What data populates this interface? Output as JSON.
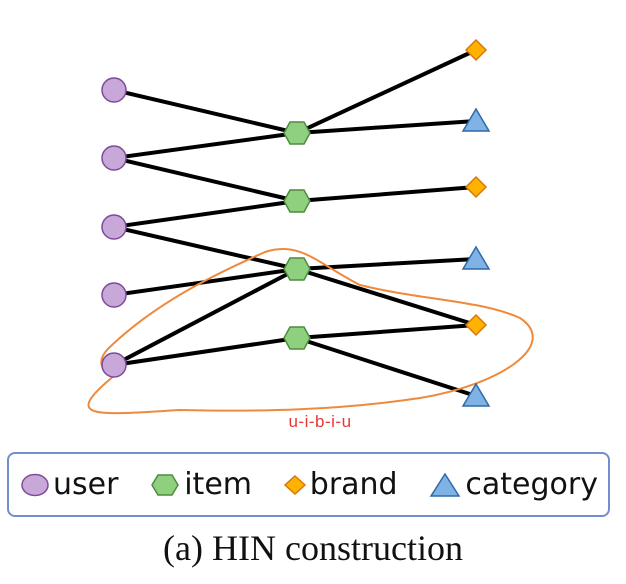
{
  "diagram": {
    "path_label": "u-i-b-i-u",
    "node_types": {
      "user": {
        "shape": "circle",
        "fill": "#c7a8d9",
        "stroke": "#7d4b9a"
      },
      "item": {
        "shape": "hexagon",
        "fill": "#8fd07f",
        "stroke": "#4e8a3f"
      },
      "brand": {
        "shape": "diamond",
        "fill": "#ffb300",
        "stroke": "#d9770a"
      },
      "category": {
        "shape": "triangle",
        "fill": "#7fb3e6",
        "stroke": "#2f6aa8"
      }
    },
    "nodes": {
      "users": [
        "u1",
        "u2",
        "u3",
        "u4",
        "u5"
      ],
      "items": [
        "i1",
        "i2",
        "i3",
        "i4"
      ],
      "right": [
        {
          "id": "b1",
          "type": "brand"
        },
        {
          "id": "c1",
          "type": "category"
        },
        {
          "id": "b2",
          "type": "brand"
        },
        {
          "id": "c2",
          "type": "category"
        },
        {
          "id": "b3",
          "type": "brand"
        },
        {
          "id": "c3",
          "type": "category"
        }
      ]
    },
    "edges": [
      [
        "u1",
        "i1"
      ],
      [
        "u2",
        "i1"
      ],
      [
        "u2",
        "i2"
      ],
      [
        "u3",
        "i2"
      ],
      [
        "u3",
        "i3"
      ],
      [
        "u4",
        "i3"
      ],
      [
        "u5",
        "i3"
      ],
      [
        "u5",
        "i4"
      ],
      [
        "i1",
        "b1"
      ],
      [
        "i1",
        "c1"
      ],
      [
        "i2",
        "b2"
      ],
      [
        "i3",
        "c2"
      ],
      [
        "i3",
        "b3"
      ],
      [
        "i4",
        "b3"
      ],
      [
        "i4",
        "c3"
      ]
    ],
    "highlight_color": "#ef8a3c",
    "edge_color": "#000000"
  },
  "legend": {
    "items": [
      {
        "label": "user",
        "icon": "circle-icon"
      },
      {
        "label": "item",
        "icon": "hexagon-icon"
      },
      {
        "label": "brand",
        "icon": "diamond-icon"
      },
      {
        "label": "category",
        "icon": "triangle-icon"
      }
    ]
  },
  "caption": "(a) HIN construction"
}
